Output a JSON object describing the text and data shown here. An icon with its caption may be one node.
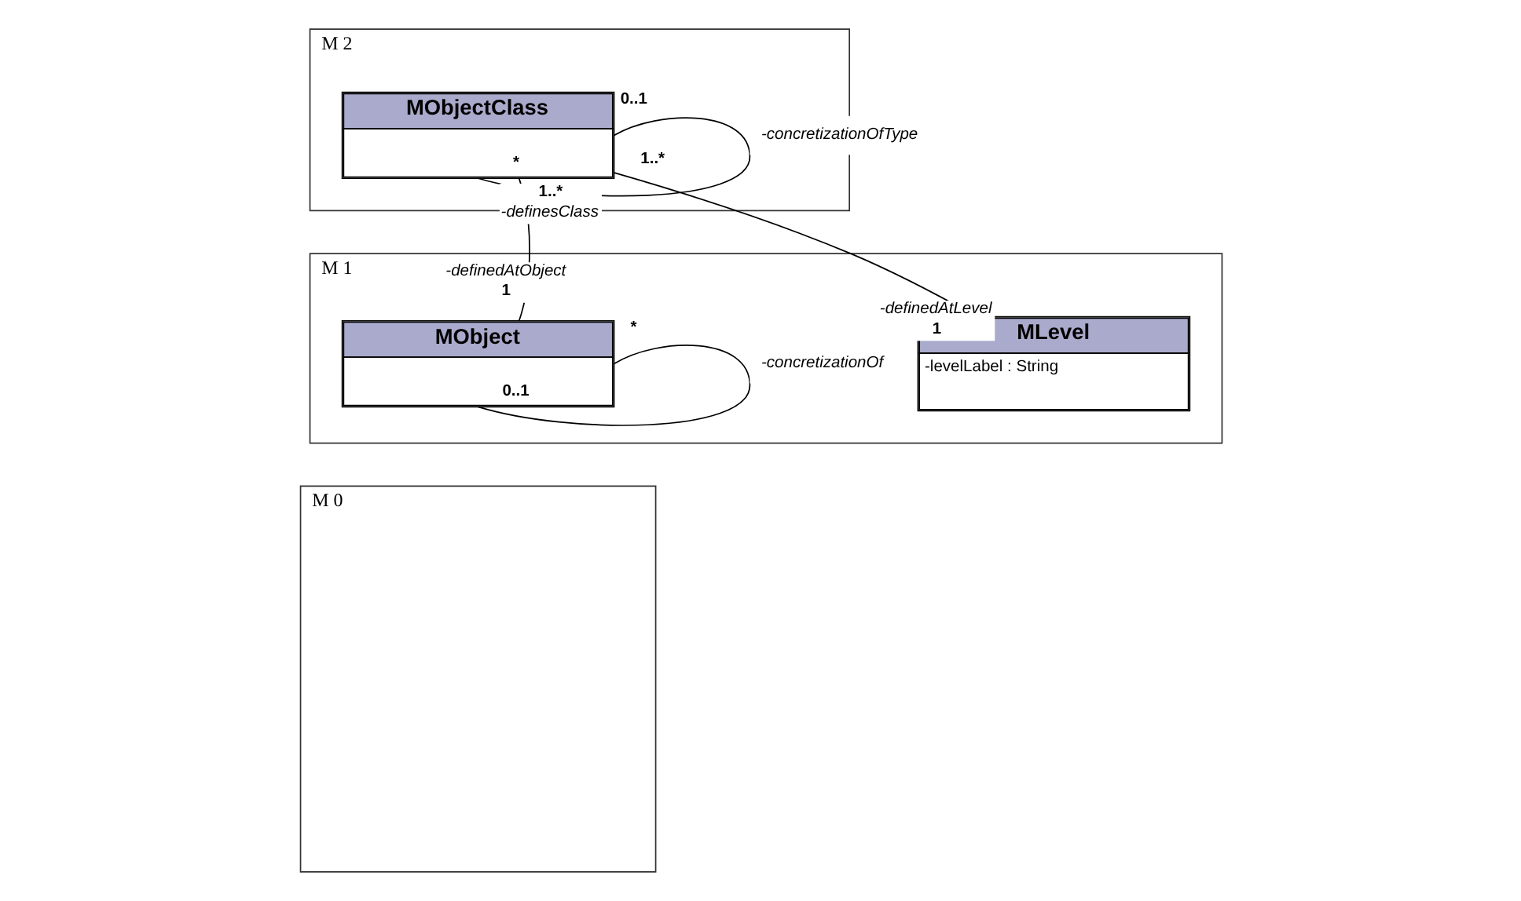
{
  "diagram": {
    "nodes": [
      {
        "text": [
          "M 2"
        ]
      },
      {
        "text": [
          "MObjectClass"
        ],
        "in": 0
      },
      {
        "text": [
          "M 1"
        ]
      },
      {
        "text": [
          "MObject"
        ],
        "in": 2
      },
      {
        "text": [
          "MLevel",
          "-levelLabel : String"
        ],
        "in": 2
      },
      {
        "text": [
          "M 0"
        ]
      }
    ],
    "edges": [
      {
        "from": 1,
        "to": 1,
        "arrow": "none",
        "label": "-concretizationOfType"
      },
      {
        "from": 1,
        "to": 3,
        "arrow": "none"
      },
      {
        "from": 1,
        "to": 4,
        "arrow": "none"
      },
      {
        "from": 3,
        "to": 3,
        "arrow": "none",
        "label": "-concretizationOf"
      }
    ],
    "labels": [
      "1..*",
      "1..*",
      "0..1",
      "*",
      "-definesClass",
      "-definedAtObject",
      "-definedAtLevel",
      "1",
      "1",
      "*",
      "0..1"
    ]
  }
}
